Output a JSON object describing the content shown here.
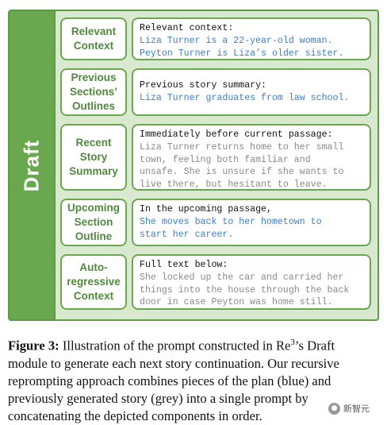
{
  "panel": {
    "side_title": "Draft",
    "rows": [
      {
        "label": "Relevant\nContext",
        "lines": [
          {
            "text": "Relevant context:",
            "kind": "header"
          },
          {
            "text": "Liza Turner is a 22-year-old woman.",
            "kind": "plan"
          },
          {
            "text": "Peyton Turner is Liza’s older sister.",
            "kind": "plan"
          }
        ]
      },
      {
        "label": "Previous\nSections’\nOutlines",
        "lines": [
          {
            "text": "Previous story summary:",
            "kind": "header"
          },
          {
            "text": "Liza Turner graduates from law school.",
            "kind": "plan"
          }
        ]
      },
      {
        "label": "Recent\nStory\nSummary",
        "lines": [
          {
            "text": "Immediately before current passage:",
            "kind": "header"
          },
          {
            "text": "Liza Turner returns home to her small",
            "kind": "story"
          },
          {
            "text": "town, feeling both familiar and",
            "kind": "story"
          },
          {
            "text": "unsafe. She is unsure if she wants to",
            "kind": "story"
          },
          {
            "text": "live there, but hesitant to leave.",
            "kind": "story"
          }
        ]
      },
      {
        "label": "Upcoming\nSection\nOutline",
        "lines": [
          {
            "text": "In the upcoming passage,",
            "kind": "header"
          },
          {
            "text": "She moves back to her hometown to",
            "kind": "plan"
          },
          {
            "text": "start her career.",
            "kind": "plan"
          }
        ]
      },
      {
        "label": "Auto-\nregressive\nContext",
        "lines": [
          {
            "text": "Full text below:",
            "kind": "header"
          },
          {
            "text": "She locked up the car and carried her",
            "kind": "story"
          },
          {
            "text": "things into the house through the back",
            "kind": "story"
          },
          {
            "text": "door in case Peyton was home still.",
            "kind": "story"
          }
        ]
      }
    ]
  },
  "caption": {
    "lead": "Figure 3:",
    "line1_rest": " Illustration of the prompt constructed in Re",
    "superscript": "3",
    "line1_tail": "’s Draft",
    "line2": "module to generate each next story continuation. Our recursive",
    "line3": "reprompting approach combines pieces of the plan (blue) and",
    "line4": "previously generated story (grey) into a single prompt by",
    "line5": "concatenating the depicted components in order."
  },
  "watermark": {
    "text": "新智元"
  },
  "colors": {
    "panel_bg": "#d8e9cf",
    "accent_green": "#6aa84f",
    "label_text": "#4e8b3a",
    "plan_blue": "#3c7fc8",
    "story_grey": "#8a8a8a"
  }
}
